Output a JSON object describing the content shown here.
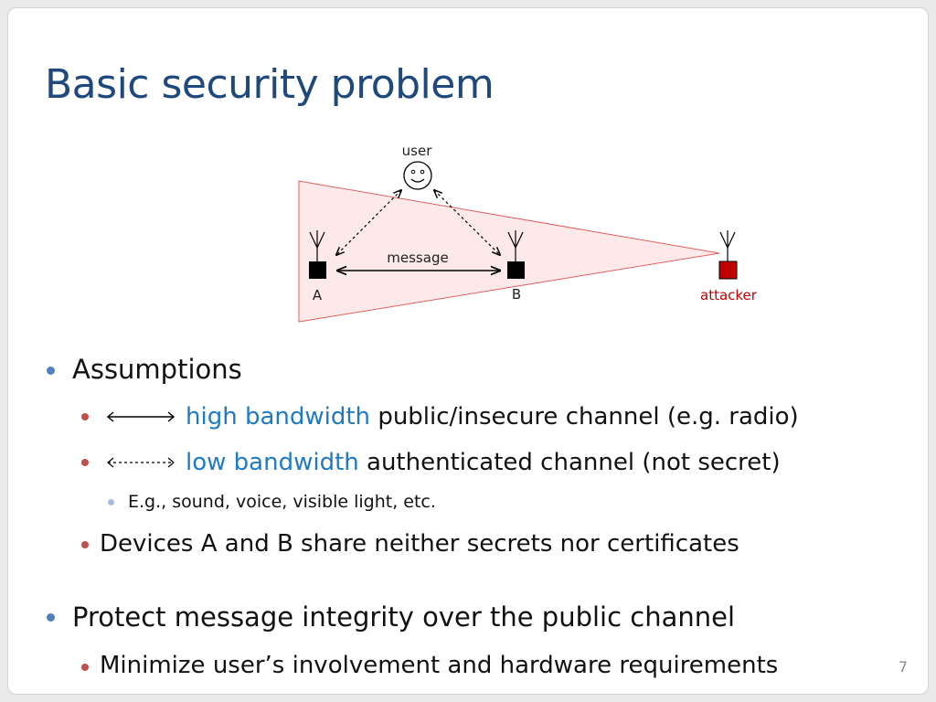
{
  "slide": {
    "title": "Basic security problem",
    "page_number": "7"
  },
  "diagram": {
    "user_label": "user",
    "message_label": "message",
    "device_a_label": "A",
    "device_b_label": "B",
    "attacker_label": "attacker",
    "colors": {
      "attacker": "#c00000",
      "coverage_fill": "#fde9e9",
      "coverage_line": "#e06060"
    }
  },
  "bullets": {
    "assumptions": "Assumptions",
    "high_bw_highlight": "high bandwidth",
    "high_bw_rest": "public/insecure channel (e.g. radio)",
    "low_bw_highlight": "low bandwidth",
    "low_bw_rest": "authenticated channel (not secret)",
    "examples": "E.g., sound, voice, visible light, etc.",
    "no_secrets": "Devices A and B share neither secrets nor certificates",
    "protect": "Protect message integrity over the public channel",
    "minimize": "Minimize user’s involvement and hardware requirements"
  },
  "colors": {
    "title": "#1f497d",
    "highlight": "#1f7ac4",
    "bullet_l1": "#4f81bd",
    "bullet_l2": "#c0504d",
    "bullet_l3": "#a8bcd8"
  }
}
